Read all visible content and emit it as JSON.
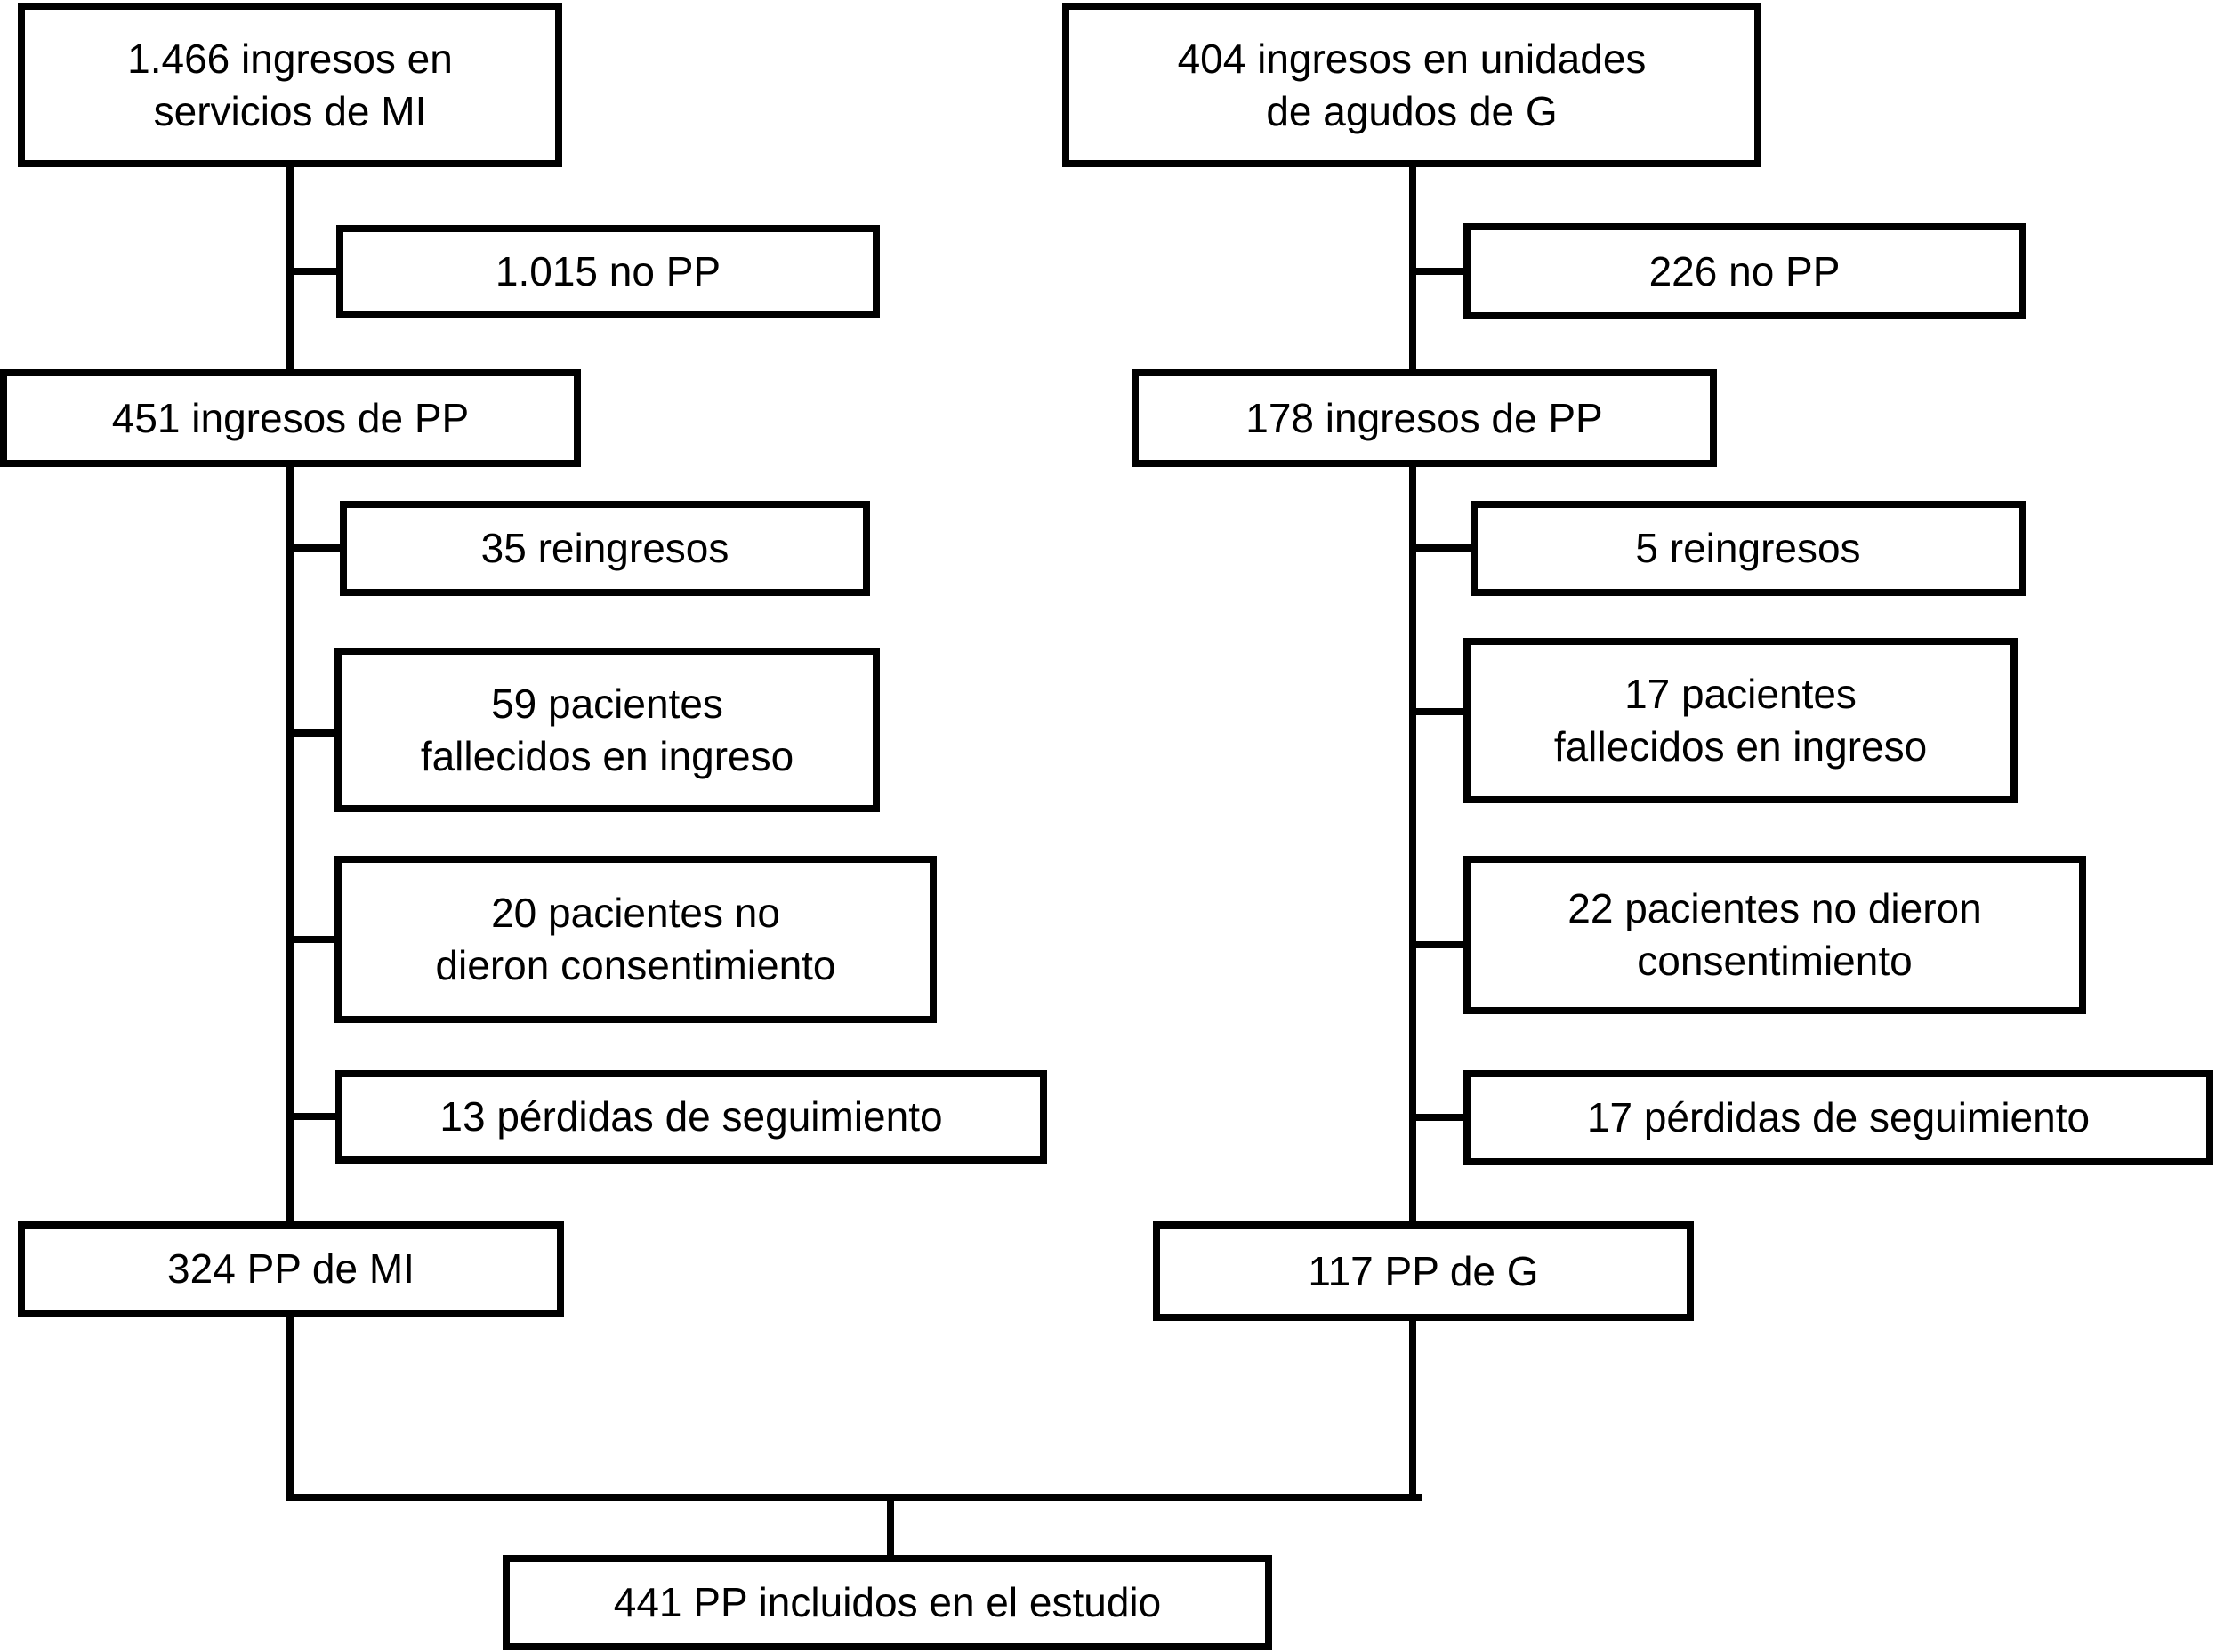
{
  "diagram": {
    "type": "patient-flow",
    "language": "es",
    "colors": {
      "line": "#000000",
      "box_border": "#000000",
      "box_background": "#ffffff",
      "text": "#000000"
    },
    "nodes": {
      "l1": "1.466 ingresos en\nservicios de MI",
      "l2": "1.015 no PP",
      "l3": "451 ingresos de PP",
      "l4": "35 reingresos",
      "l5": "59 pacientes\nfallecidos en ingreso",
      "l6": "20 pacientes no\ndieron consentimiento",
      "l7": "13 pérdidas de seguimiento",
      "l8": "324 PP de MI",
      "r1": "404 ingresos en unidades\nde agudos de G",
      "r2": "226 no PP",
      "r3": "178 ingresos de PP",
      "r4": "5 reingresos",
      "r5": "17 pacientes\nfallecidos en ingreso",
      "r6": "22 pacientes no dieron\nconsentimiento",
      "r7": "17 pérdidas de seguimiento",
      "r8": "117 PP de G",
      "final": "441 PP incluidos en el estudio"
    },
    "edges": [
      [
        "l1",
        "l2"
      ],
      [
        "l1",
        "l3"
      ],
      [
        "l3",
        "l4"
      ],
      [
        "l3",
        "l5"
      ],
      [
        "l3",
        "l6"
      ],
      [
        "l3",
        "l7"
      ],
      [
        "l3",
        "l8"
      ],
      [
        "r1",
        "r2"
      ],
      [
        "r1",
        "r3"
      ],
      [
        "r3",
        "r4"
      ],
      [
        "r3",
        "r5"
      ],
      [
        "r3",
        "r6"
      ],
      [
        "r3",
        "r7"
      ],
      [
        "r3",
        "r8"
      ],
      [
        "l8",
        "final"
      ],
      [
        "r8",
        "final"
      ]
    ]
  }
}
